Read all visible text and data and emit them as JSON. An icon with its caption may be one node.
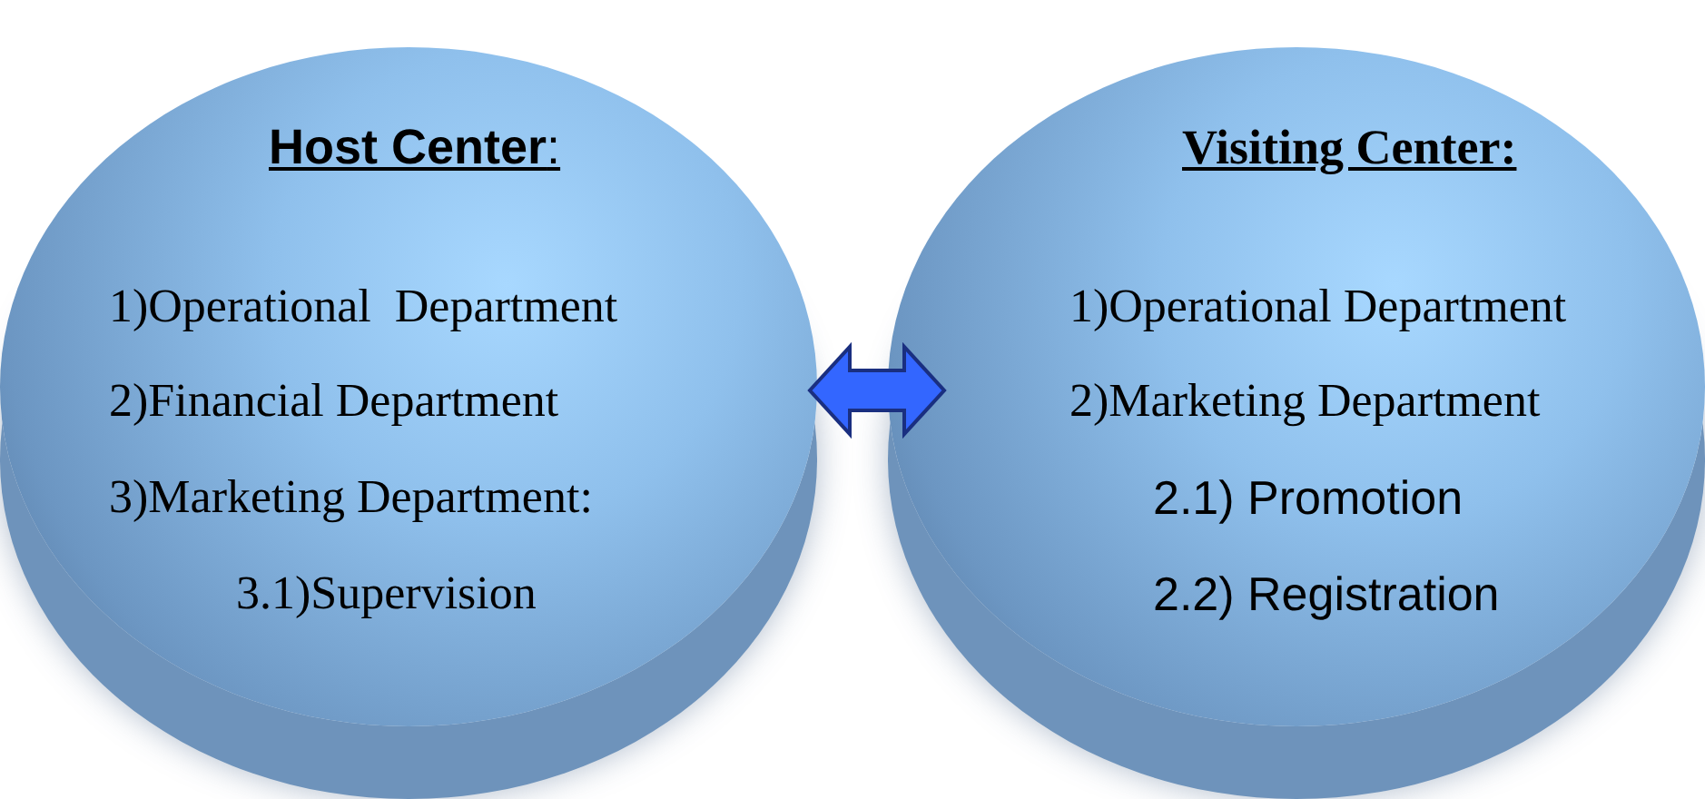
{
  "diagram": {
    "nodes": [
      {
        "text": [
          "**Host Center**:",
          "1)Operational  Department",
          "2)Financial Department",
          "3)Marketing Department:",
          "3.1)Supervision"
        ]
      },
      {
        "text": [
          "Visiting Center:",
          "1)Operational Department",
          "2)Marketing Department",
          "2.1) Promotion",
          "2.2) Registration"
        ]
      }
    ],
    "edges": [
      {
        "from": 0,
        "to": 1,
        "arrow": "both"
      }
    ]
  }
}
